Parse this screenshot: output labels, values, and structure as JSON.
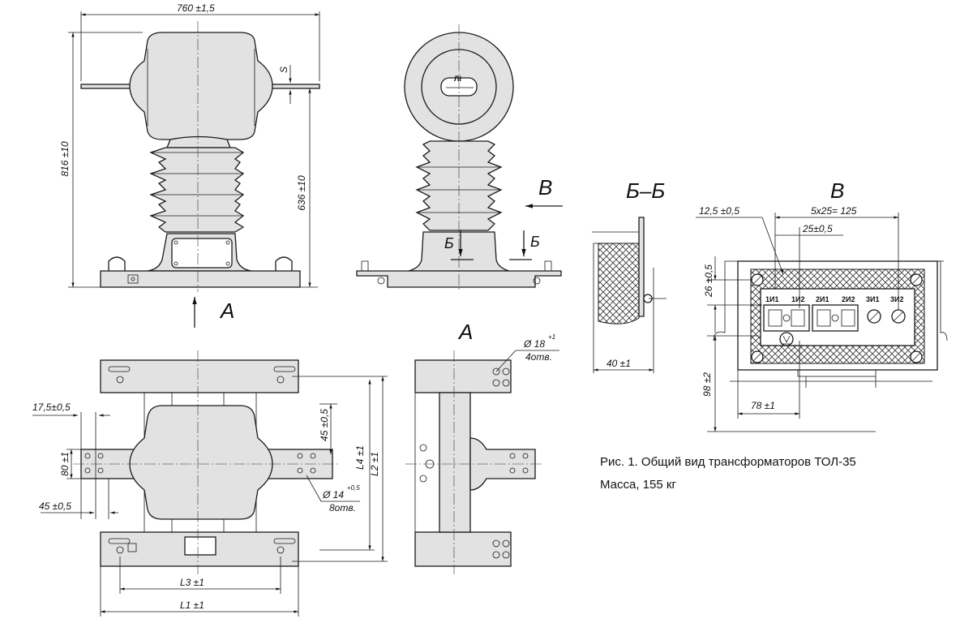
{
  "dimensions": {
    "width_overall": "760 ±1,5",
    "height_overall": "816 ±10",
    "height_mount": "636 ±10",
    "s": "S",
    "pad_offset": "17,5±0,5",
    "pad_height": "80 ±1",
    "pad_step": "45 ±0,5",
    "pad_step_right": "45 ±0,5",
    "hole_small": "Ø 14",
    "hole_small_tol": "+0,5",
    "hole_small_count": "8отв.",
    "hole_large": "Ø 18",
    "hole_large_tol": "+1",
    "hole_large_count": "4отв.",
    "l4": "L4 ±1",
    "l2": "L2 ±1",
    "l3": "L3 ±1",
    "l1": "L1 ±1",
    "section_depth": "40 ±1",
    "term_offset": "12,5 ±0,5",
    "term_pitch_total": "5x25= 125",
    "term_pitch": "25±0,5",
    "box_top": "26 ±0,5",
    "box_height": "98 ±2",
    "box_left": "78 ±1"
  },
  "views": {
    "arrow_a": "А",
    "view_a_title": "А",
    "arrow_v": "В",
    "section_b1": "Б",
    "section_b2": "Б",
    "section_title": "Б–Б",
    "view_v_title": "В",
    "terminal_labels": [
      "1И1",
      "1И2",
      "2И1",
      "2И2",
      "3И1",
      "3И2"
    ]
  },
  "caption": {
    "line1": "Рис. 1. Общий вид трансформаторов ТОЛ-35",
    "line2": "Масса, 155 кг"
  }
}
